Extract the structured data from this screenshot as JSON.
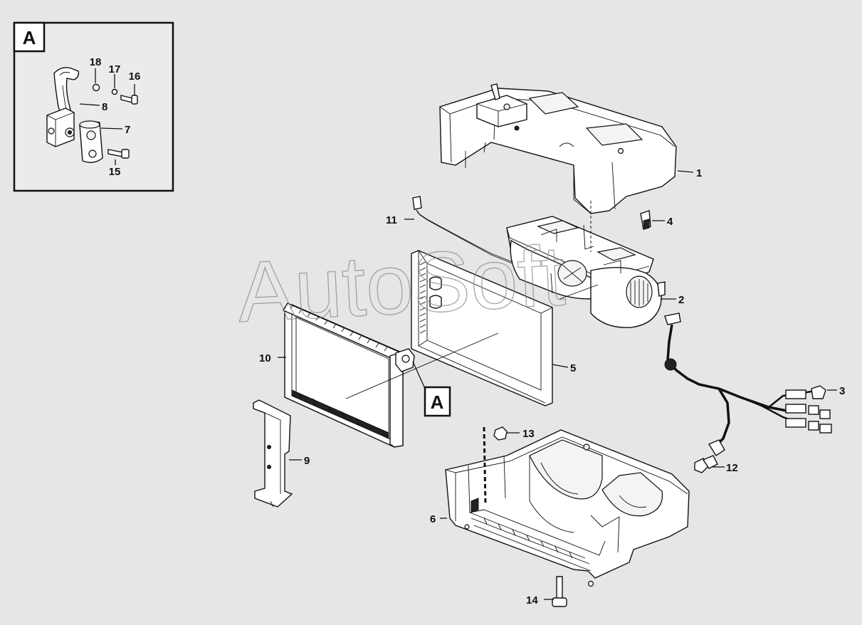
{
  "watermark": "AutoSoft",
  "inset": {
    "label": "A"
  },
  "callout": {
    "label": "A"
  },
  "parts": {
    "p1": "1",
    "p2": "2",
    "p3": "3",
    "p4": "4",
    "p5": "5",
    "p6": "6",
    "p7": "7",
    "p8": "8",
    "p9": "9",
    "p10": "10",
    "p11": "11",
    "p12": "12",
    "p13": "13",
    "p14": "14",
    "p15": "15",
    "p16": "16",
    "p17": "17",
    "p18": "18"
  }
}
